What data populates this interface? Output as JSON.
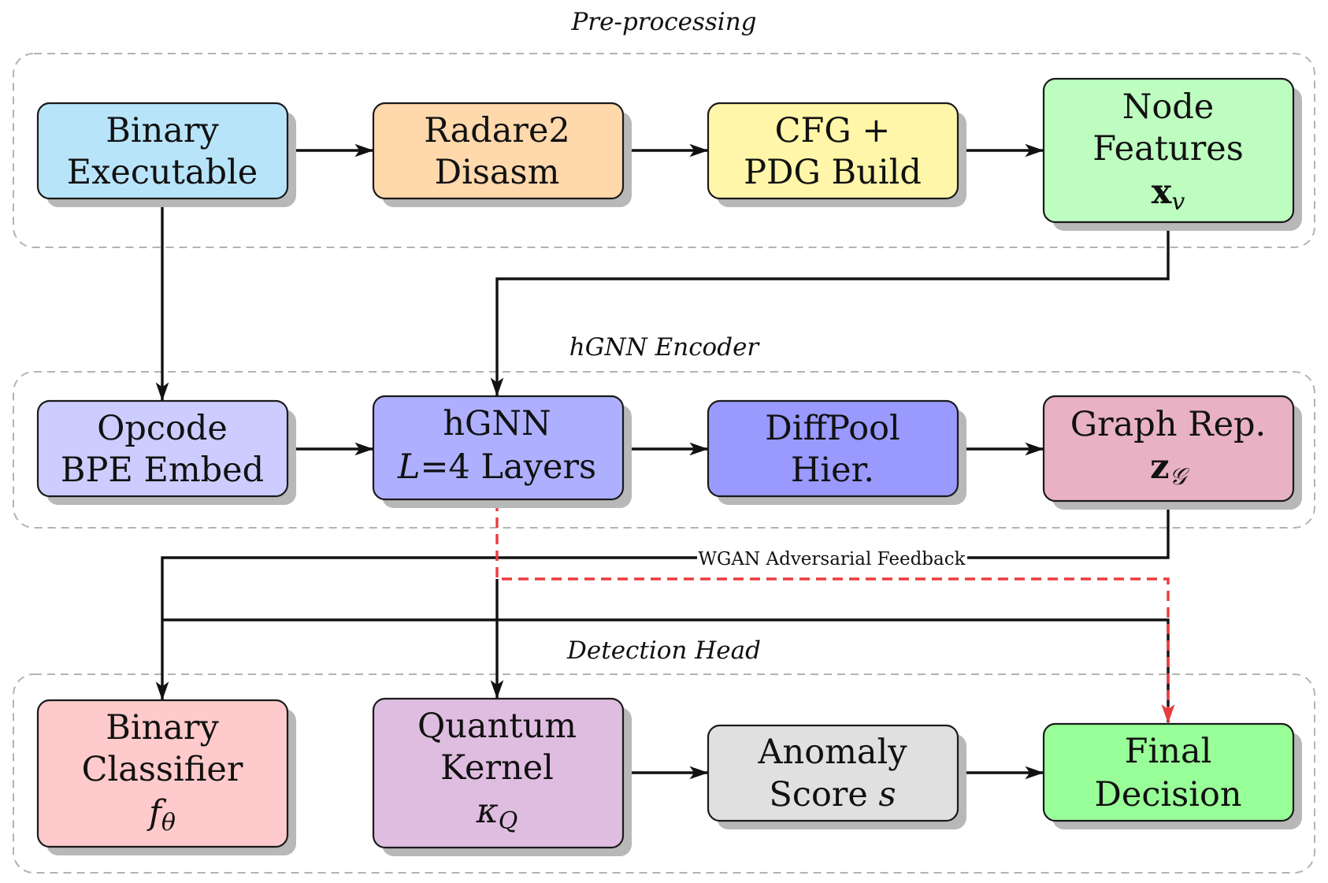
{
  "stages": [
    {
      "id": "pre",
      "label": "Pre-processing"
    },
    {
      "id": "enc",
      "label": "hGNN Encoder"
    },
    {
      "id": "det",
      "label": "Detection Head"
    }
  ],
  "nodes": {
    "binary_exec": {
      "lines": [
        "Binary",
        "Executable"
      ],
      "color": "#b8e4f9"
    },
    "radare": {
      "lines": [
        "Radare2",
        "Disasm"
      ],
      "color": "#ffd8ac"
    },
    "cfg": {
      "lines": [
        "CFG +",
        "PDG Build"
      ],
      "color": "#fff6a9"
    },
    "node_feat": {
      "lines": [
        "Node",
        "Features"
      ],
      "math_base": "x",
      "math_sub": "v",
      "color": "#bdfdc0"
    },
    "opcode": {
      "lines": [
        "Opcode",
        "BPE Embed"
      ],
      "color": "#ccccff"
    },
    "hgnn": {
      "line1": "hGNN",
      "line2_var": "L",
      "line2_rest": "=4 Layers",
      "color": "#aeb0ff"
    },
    "diffpool": {
      "lines": [
        "DiffPool",
        "Hier."
      ],
      "color": "#9999fe"
    },
    "graph_rep": {
      "lines": [
        "Graph Rep."
      ],
      "math_base": "z",
      "math_sub": "𝒢",
      "color": "#e8b1c4"
    },
    "bin_class": {
      "lines": [
        "Binary",
        "Classifier"
      ],
      "math_base": "f",
      "math_sub": "θ",
      "color": "#fecacb"
    },
    "quantum": {
      "lines": [
        "Quantum",
        "Kernel"
      ],
      "math_base": "κ",
      "math_sub": "Q",
      "color": "#dfbde0"
    },
    "anomaly": {
      "line1": "Anomaly",
      "line2_text": "Score ",
      "line2_var": "s",
      "color": "#e0e0e0"
    },
    "final": {
      "lines": [
        "Final",
        "Decision"
      ],
      "color": "#98fe98"
    }
  },
  "edge_labels": {
    "wgan": "WGAN Adversarial Feedback"
  },
  "colors": {
    "feedback": "#ea3c40",
    "lane_border": "#b3b3b3",
    "shadow": "#b8b8b8"
  }
}
